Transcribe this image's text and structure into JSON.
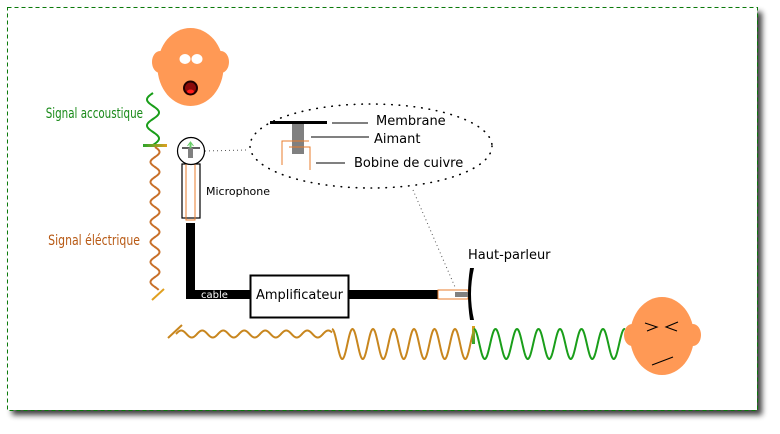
{
  "labels": {
    "acoustic_signal": "Signal accoustique",
    "electric_signal": "Signal éléctrique",
    "microphone": "Microphone",
    "membrane": "Membrane",
    "magnet": "Aimant",
    "copper_coil": "Bobine de cuivre",
    "cable": "cable",
    "amplifier": "Amplificateur",
    "speaker": "Haut-parleur"
  },
  "colors": {
    "frame_border": "#0a7a0a",
    "skin": "#ff9955",
    "acoustic": "#1a9e1a",
    "electric_left": "#c8702a",
    "electric_bottom": "#c8861e",
    "coil": "#e87c2c",
    "magnet": "#808080",
    "black": "#000000",
    "mouth_outer": "#3a0000",
    "mouth_inner": "#aa0000",
    "mouth_tongue": "#ff1a1a"
  }
}
